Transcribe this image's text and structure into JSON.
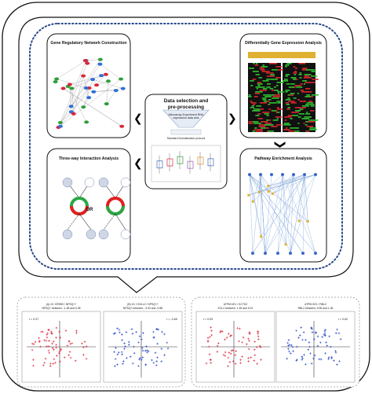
{
  "panels": {
    "grn": {
      "title": "Gene Regulatory Network Construction"
    },
    "dge": {
      "title": "Differentially Gene Expression Analysis"
    },
    "center": {
      "title_line1": "Data selection and",
      "title_line2": "pre-processing",
      "bubble_text": "Microarray Experiment RNA expression data sets",
      "sub_text": "Standard Normalization protocol"
    },
    "threeway": {
      "title": "Three-way Interaction Analysis",
      "or_label": "OR"
    },
    "pathway": {
      "title": "Pathway Enrichment Analysis"
    }
  },
  "scatter_plots": [
    {
      "header1": "(A) 10: CREB3 / NPSQ++",
      "header2": "NPSQ+ between: -1.38 and 6.38",
      "r_label": "r = 0.37",
      "color": "#d9283a"
    },
    {
      "header1": "(B) 10: CX3LL2 / NPSQ++",
      "header2": "NPSQ+ between: -3.92 and -0.88",
      "r_label": "r = -0.65",
      "color": "#2445c8"
    },
    {
      "header1": "ATP6V1E1 / KCTD2",
      "header2": "KCL2 between: 1.35 and 5.01",
      "r_label": "r = 0.53",
      "color": "#d9283a"
    },
    {
      "header1": "ATP6V1E1 / RBL2",
      "header2": "RBL2 between: 6.96 and 1.36",
      "r_label": "r = 0.62",
      "color": "#2445c8"
    }
  ],
  "colors": {
    "node_blue": "#2f6fd6",
    "node_green": "#2f9e3a",
    "node_red": "#d9283a",
    "ring_green": "#28a745",
    "ring_red": "#e02020"
  }
}
